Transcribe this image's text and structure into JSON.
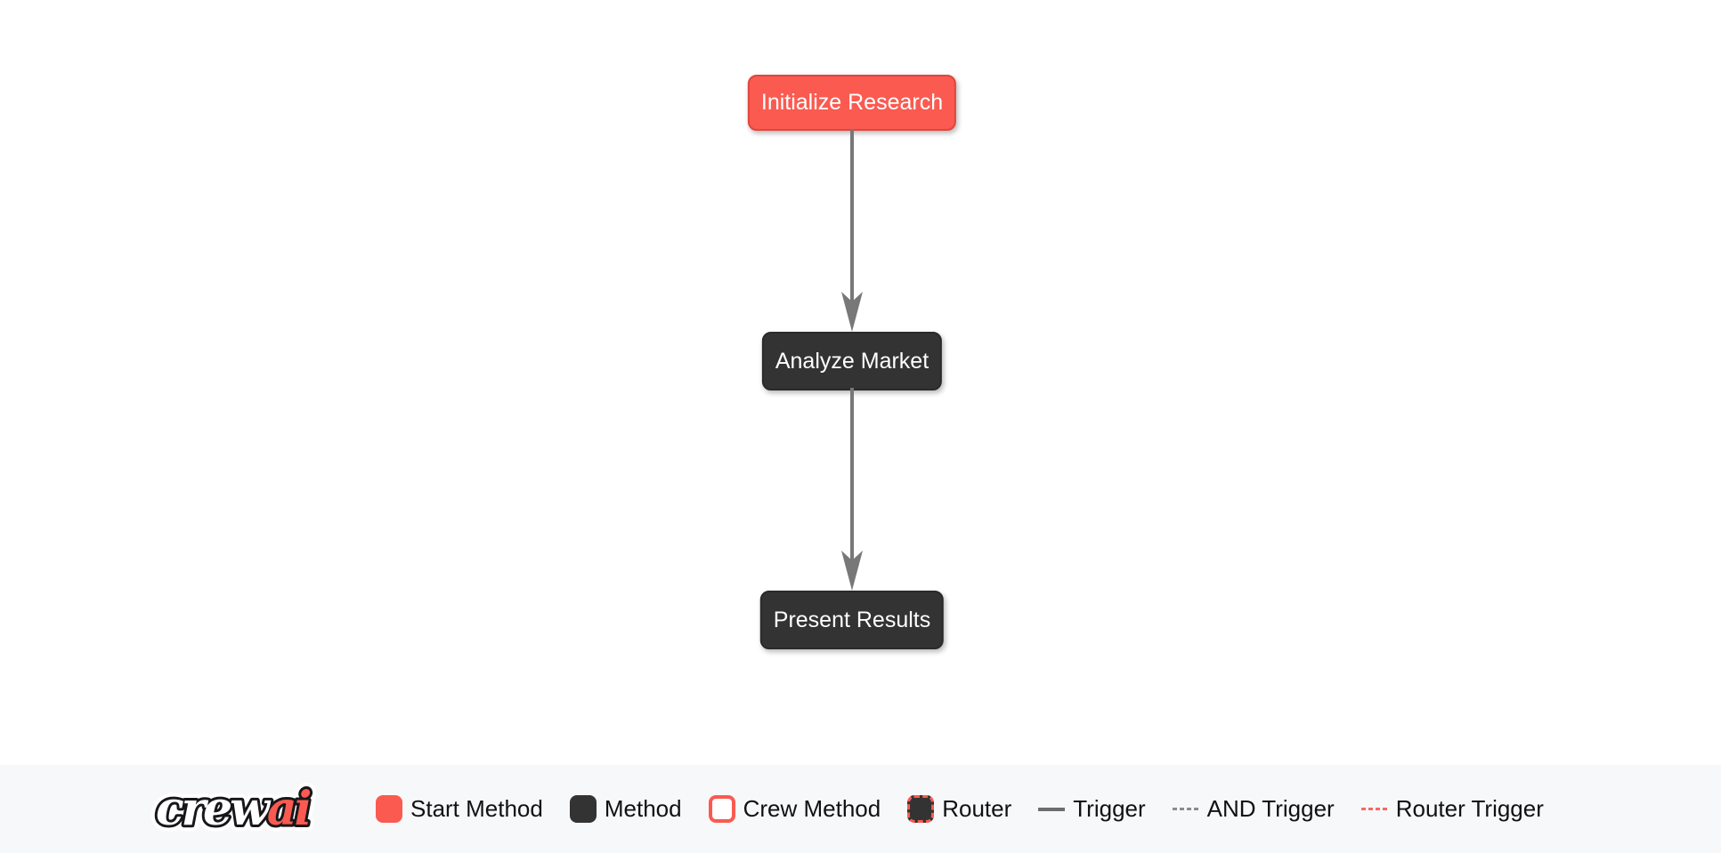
{
  "flow": {
    "nodes": [
      {
        "label": "Initialize Research",
        "type": "start"
      },
      {
        "label": "Analyze Market",
        "type": "method"
      },
      {
        "label": "Present Results",
        "type": "method"
      }
    ],
    "edges": [
      {
        "from": "Initialize Research",
        "to": "Analyze Market",
        "type": "trigger"
      },
      {
        "from": "Analyze Market",
        "to": "Present Results",
        "type": "trigger"
      }
    ]
  },
  "legend": {
    "brand": {
      "part1": "crew",
      "part2": "ai"
    },
    "items": [
      {
        "label": "Start Method",
        "swatch": "start-method-swatch"
      },
      {
        "label": "Method",
        "swatch": "method-swatch"
      },
      {
        "label": "Crew Method",
        "swatch": "crew-method-swatch"
      },
      {
        "label": "Router",
        "swatch": "router-swatch"
      },
      {
        "label": "Trigger",
        "swatch": "trigger-line"
      },
      {
        "label": "AND Trigger",
        "swatch": "and-trigger-line"
      },
      {
        "label": "Router Trigger",
        "swatch": "router-trigger-line"
      }
    ]
  },
  "colors": {
    "start_method": "#FB5A50",
    "start_method_border": "#DE463C",
    "method": "#333333",
    "crew_method_border": "#FB5A50",
    "router_border": "#FB5A50",
    "edge": "#787878",
    "trigger_line": "#6D6D6D",
    "and_trigger_line": "#8C8C8C",
    "router_trigger_line": "#F8685F",
    "canvas_background": "#FFFFFF",
    "legend_background": "#F7F8FA"
  }
}
